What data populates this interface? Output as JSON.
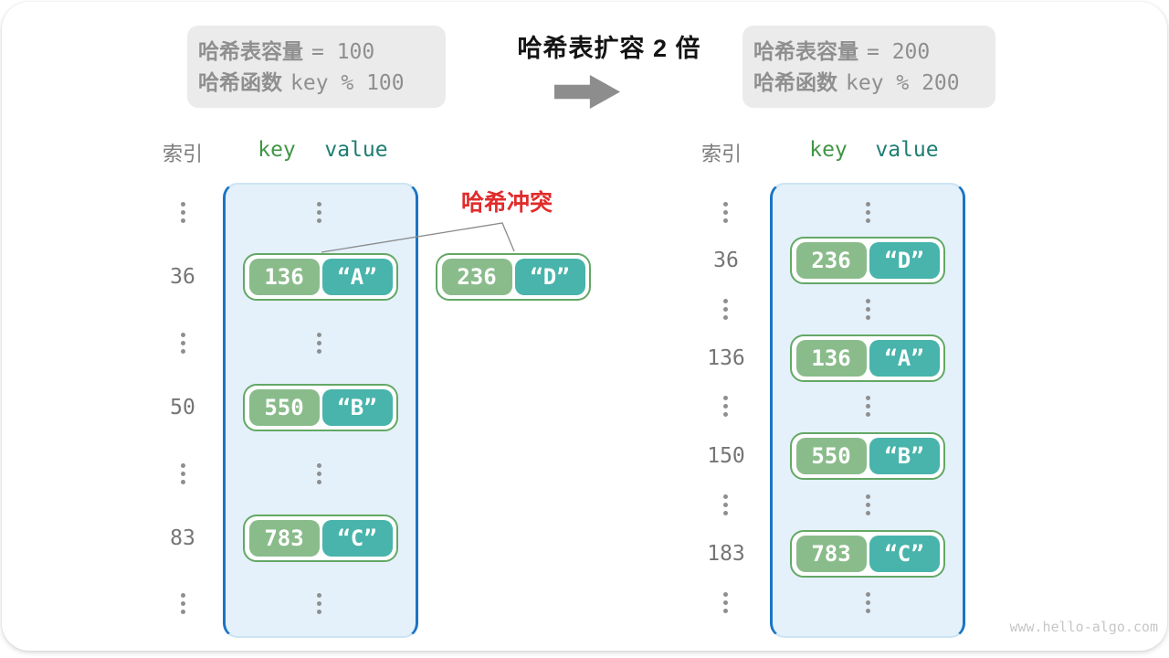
{
  "expand": {
    "before": {
      "capacity_label": "哈希表容量",
      "capacity_value": "= 100",
      "function_label": "哈希函数",
      "function_value": "key % 100"
    },
    "title": "哈希表扩容 2 倍",
    "after": {
      "capacity_label": "哈希表容量",
      "capacity_value": "= 200",
      "function_label": "哈希函数",
      "function_value": "key % 200"
    }
  },
  "left_table": {
    "index_header": "索引",
    "key_header": "key",
    "value_header": "value",
    "rows": [
      {
        "index": "36",
        "key": "136",
        "value": "“A”"
      },
      {
        "index": "50",
        "key": "550",
        "value": "“B”"
      },
      {
        "index": "83",
        "key": "783",
        "value": "“C”"
      }
    ]
  },
  "collision": {
    "label": "哈希冲突",
    "pair": {
      "key": "236",
      "value": "“D”"
    }
  },
  "right_table": {
    "index_header": "索引",
    "key_header": "key",
    "value_header": "value",
    "rows": [
      {
        "index": "36",
        "key": "236",
        "value": "“D”"
      },
      {
        "index": "136",
        "key": "136",
        "value": "“A”"
      },
      {
        "index": "150",
        "key": "550",
        "value": "“B”"
      },
      {
        "index": "183",
        "key": "783",
        "value": "“C”"
      }
    ]
  },
  "watermark": "www.hello-algo.com",
  "colors": {
    "table_fill": "#e4f1fa",
    "table_border": "#1b74c4",
    "key_green": "#8abc8b",
    "value_teal": "#48b4ab",
    "pair_border": "#63a865",
    "collision_red": "#e12c2c",
    "info_box_gray": "#ebebeb",
    "arrow_gray": "#8d8d8d",
    "header_key_green": "#3f9644",
    "header_value_teal": "#1e7d73"
  }
}
